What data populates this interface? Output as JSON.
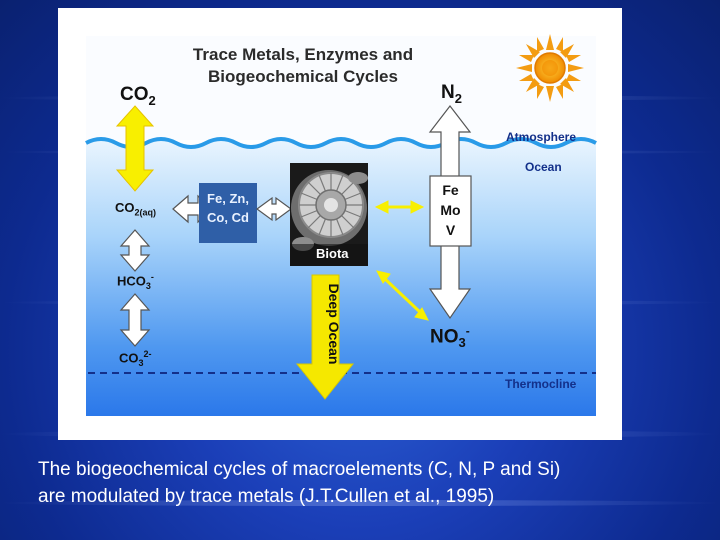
{
  "diagram": {
    "title_line1": "Trace Metals, Enzymes and",
    "title_line2": "Biogeochemical Cycles",
    "co2": {
      "base": "CO",
      "sub": "2"
    },
    "n2": {
      "base": "N",
      "sub": "2"
    },
    "atmosphere_label": "Atmosphere",
    "ocean_label": "Ocean",
    "co2aq": {
      "base": "CO",
      "sub": "2(aq)"
    },
    "hco3": {
      "base": "HCO",
      "sub": "3",
      "sup": "-"
    },
    "co3": {
      "base": "CO",
      "sub": "3",
      "sup": "2-"
    },
    "metals_box": {
      "line1": "Fe, Zn,",
      "line2": "Co, Cd"
    },
    "biota_label": "Biota",
    "nitrogen_metals": {
      "line1": "Fe",
      "line2": "Mo",
      "line3": "V"
    },
    "no3": {
      "base": "NO",
      "sub": "3",
      "sup": "-"
    },
    "deep_ocean_label": "Deep Ocean",
    "thermocline_label": "Thermocline"
  },
  "caption": {
    "line1": "The biogeochemical cycles of macroelements (C, N, P and Si)",
    "line2": "are modulated by trace metals (J.T.Cullen et al., 1995)"
  },
  "colors": {
    "slide_background": "#1b3fb8",
    "ocean_top": "#dceefc",
    "ocean_bottom": "#2b78ea",
    "wave": "#2a9be8",
    "co2_arrow": "#f8ef00",
    "metals_box": "#2f5fa7",
    "deep_ocean_arrow": "#f5e800",
    "sun": "#f39c12"
  }
}
